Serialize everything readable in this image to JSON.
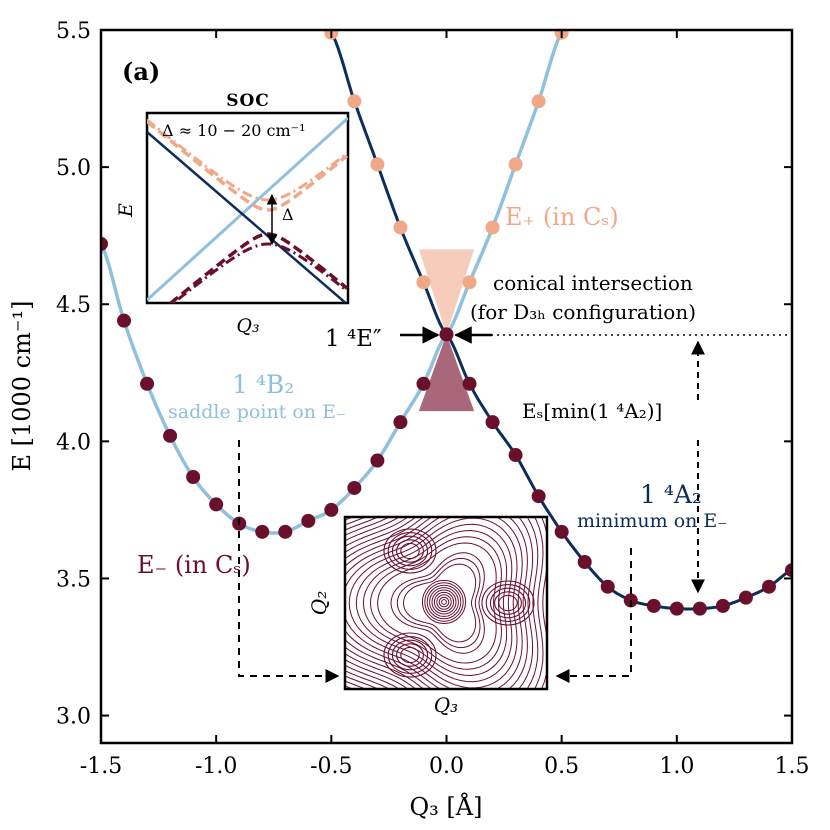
{
  "chart_data": {
    "type": "line",
    "panel_label": "(a)",
    "xlabel": "Q₃ [Å]",
    "ylabel": "E [1000 cm⁻¹]",
    "xlim": [
      -1.5,
      1.5
    ],
    "ylim": [
      2.9,
      5.5
    ],
    "xticks": [
      -1.5,
      -1.0,
      -0.5,
      0.0,
      0.5,
      1.0,
      1.5
    ],
    "xtick_labels": [
      "-1.5",
      "-1.0",
      "-0.5",
      "0.0",
      "0.5",
      "1.0",
      "1.5"
    ],
    "yticks": [
      3.0,
      3.5,
      4.0,
      4.5,
      5.0,
      5.5
    ],
    "ytick_labels": [
      "3.0",
      "3.5",
      "4.0",
      "4.5",
      "5.0",
      "5.5"
    ],
    "grid": false,
    "colors": {
      "upper_fit": "#8fc0dd",
      "lower_fit": "#0d2d5a",
      "upper_points": "#f0a988",
      "lower_points": "#6a0f2c",
      "shade_upper": "#f5c4ae",
      "shade_lower": "#a8677a"
    },
    "series": [
      {
        "name": "E₊ (in Cₛ)",
        "role": "upper-points",
        "x": [
          0.0,
          0.1,
          0.2,
          0.3,
          0.4,
          0.5,
          -0.1,
          -0.2,
          -0.3,
          -0.4,
          -0.5
        ],
        "y": [
          4.39,
          4.58,
          4.78,
          5.01,
          5.24,
          5.49,
          4.58,
          4.78,
          5.01,
          5.24,
          5.49
        ]
      },
      {
        "name": "E₋ (in Cₛ)",
        "role": "lower-points",
        "x": [
          -1.5,
          -1.4,
          -1.3,
          -1.2,
          -1.1,
          -1.0,
          -0.9,
          -0.8,
          -0.7,
          -0.6,
          -0.5,
          -0.4,
          -0.3,
          -0.2,
          -0.1,
          0.0,
          0.1,
          0.2,
          0.3,
          0.4,
          0.5,
          0.6,
          0.7,
          0.8,
          0.9,
          1.0,
          1.1,
          1.2,
          1.3,
          1.4,
          1.5
        ],
        "y": [
          4.72,
          4.44,
          4.21,
          4.02,
          3.87,
          3.77,
          3.7,
          3.67,
          3.67,
          3.71,
          3.75,
          3.83,
          3.93,
          4.07,
          4.21,
          4.39,
          4.21,
          4.07,
          3.95,
          3.8,
          3.67,
          3.56,
          3.47,
          3.42,
          3.4,
          3.39,
          3.39,
          3.4,
          3.43,
          3.47,
          3.53
        ]
      }
    ],
    "annotations": {
      "e_plus": "E₊ (in Cₛ)",
      "e_minus": "E₋ (in Cₛ)",
      "conical_1": "conical intersection",
      "conical_2": "(for D₃ₕ configuration)",
      "state_e": "1 ⁴E″",
      "state_b2": "1 ⁴B₂",
      "saddle": "saddle point on E₋",
      "state_a2": "1 ⁴A₂",
      "minimum": "minimum on E₋",
      "es": "Eₛ[min(1 ⁴A₂)]"
    },
    "inset_soc": {
      "title": "SOC",
      "xlabel": "Q₃",
      "ylabel": "E",
      "delta_label": "Δ",
      "delta_range": "Δ ≈ 10 − 20 cm⁻¹"
    },
    "inset_contour": {
      "xlabel": "Q₃",
      "ylabel": "Q₂"
    }
  }
}
